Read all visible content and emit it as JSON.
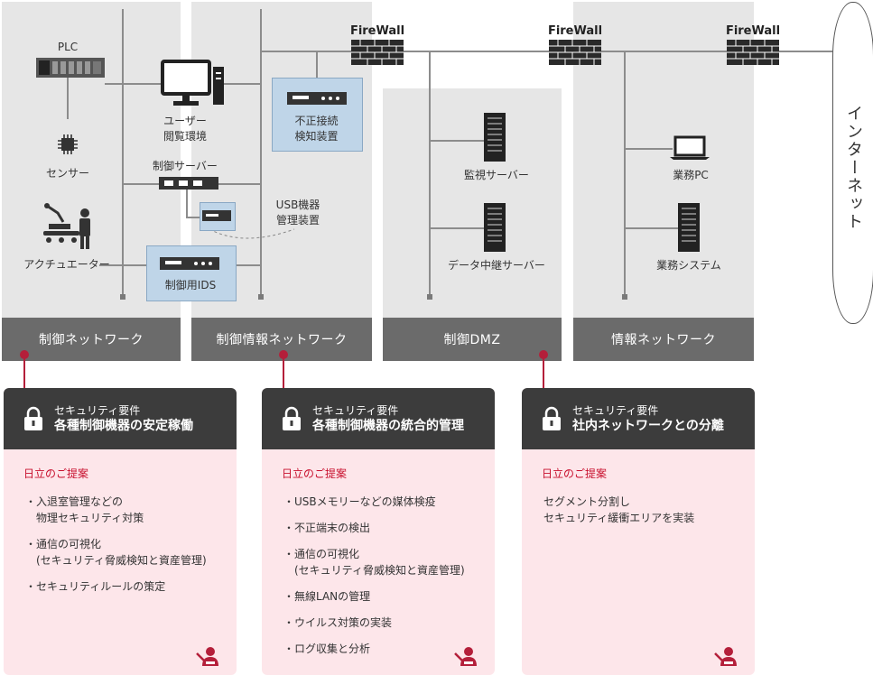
{
  "zones": {
    "control": "制御ネットワーク",
    "control_info": "制御情報ネットワーク",
    "dmz": "制御DMZ",
    "info": "情報ネットワーク"
  },
  "firewall": "FireWall",
  "internet": "インターネット",
  "devices": {
    "plc": "PLC",
    "sensor": "センサー",
    "actuator": "アクチュエーター",
    "user_browse": "ユーザー\n閲覧環境",
    "control_server": "制御サーバー",
    "usb_manager": "USB機器\n管理装置",
    "ids": "制御用IDS",
    "intrusion_detect": "不正接続\n検知装置",
    "monitor_server": "監視サーバー",
    "relay_server": "データ中継サーバー",
    "business_pc": "業務PC",
    "business_system": "業務システム"
  },
  "cards": [
    {
      "head_small": "セキュリティ要件",
      "head_big": "各種制御機器の安定稼働",
      "proposal": "日立のご提案",
      "items": [
        "・入退室管理などの\n　物理セキュリティ対策",
        "・通信の可視化\n　(セキュリティ脅威検知と資産管理)",
        "・セキュリティルールの策定"
      ]
    },
    {
      "head_small": "セキュリティ要件",
      "head_big": "各種制御機器の統合的管理",
      "proposal": "日立のご提案",
      "items": [
        "・USBメモリーなどの媒体検疫",
        "・不正端末の検出",
        "・通信の可視化\n　(セキュリティ脅威検知と資産管理)",
        "・無線LANの管理",
        "・ウイルス対策の実装",
        "・ログ収集と分析"
      ]
    },
    {
      "head_small": "セキュリティ要件",
      "head_big": "社内ネットワークとの分離",
      "proposal": "日立のご提案",
      "text": "セグメント分割し\nセキュリティ緩衝エリアを実装"
    }
  ],
  "colors": {
    "zone_bg": "#e6e6e6",
    "zone_label": "#6b6b6b",
    "card_bg": "#fde6ea",
    "card_head": "#3c3c3c",
    "accent": "#b41f3a",
    "device_box": "#bfd5e8"
  }
}
